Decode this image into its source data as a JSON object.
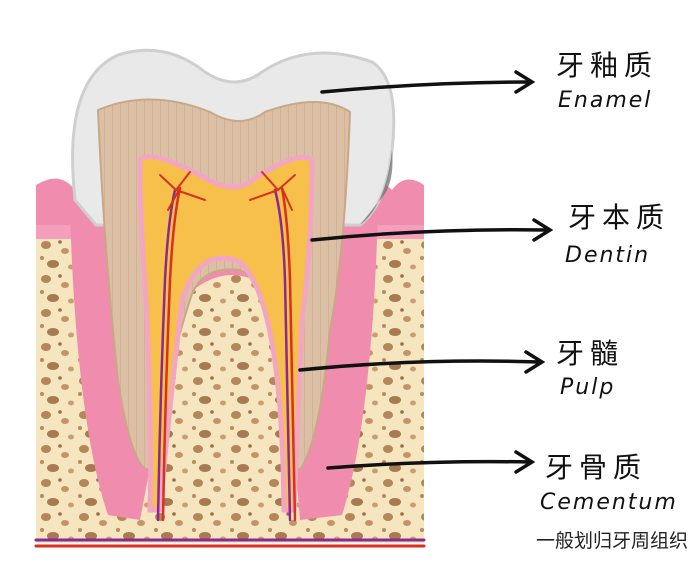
{
  "labels": [
    {
      "key": "enamel",
      "zh": "牙釉质",
      "en": "Enamel"
    },
    {
      "key": "dentin",
      "zh": "牙本质",
      "en": "Dentin"
    },
    {
      "key": "pulp",
      "zh": "牙髓",
      "en": "Pulp"
    },
    {
      "key": "cementum",
      "zh": "牙骨质",
      "en": "Cementum"
    }
  ],
  "caption": "一般划归牙周组织",
  "colors": {
    "enamel": "#e9e9e9",
    "dentin": "#dcc0a6",
    "pulp": "#f6c04a",
    "gum": "#f08cad",
    "bone": "#f6e6bf",
    "cementum": "#f4a6c0",
    "nerve": "#8a2a8e",
    "vessel": "#d6321e"
  }
}
